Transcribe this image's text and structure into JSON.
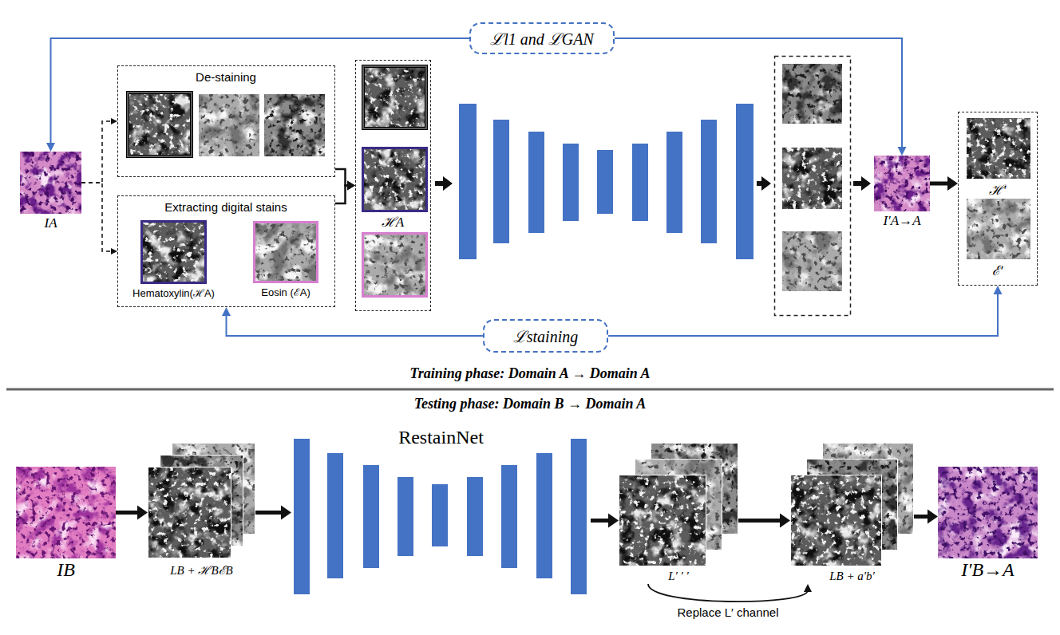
{
  "diagram": {
    "nodes": [
      {
        "text": [
          "ℒl1 and ℒGAN"
        ]
      },
      {
        "text": [
          "IA"
        ]
      },
      {
        "text": [
          "De-staining"
        ]
      },
      {
        "text": [
          "Extracting digital stains"
        ]
      },
      {
        "text": [
          "Hematoxylin(ℋA)"
        ],
        "in": 3
      },
      {
        "text": [
          "Eosin (ℰA)"
        ],
        "in": 3
      },
      {
        "text": [
          "ℋA"
        ]
      },
      {
        "text": [
          "I′A→A"
        ]
      },
      {
        "text": [
          "ℋ′",
          "ℰ′"
        ]
      },
      {
        "text": [
          "ℒstaining"
        ]
      },
      {
        "text": [
          "IB"
        ]
      },
      {
        "text": [
          "LB + ℋBℰB"
        ]
      },
      {
        "text": [
          "RestainNet"
        ]
      },
      {
        "text": [
          "L′ ′ ′"
        ]
      },
      {
        "text": [
          "LB + a′b′"
        ]
      },
      {
        "text": [
          "I′B→A"
        ]
      }
    ],
    "edges": [
      {
        "from": 0,
        "to": 1,
        "arrow": "to"
      },
      {
        "from": 0,
        "to": 7,
        "arrow": "to"
      },
      {
        "from": 1,
        "to": 2,
        "arrow": "to"
      },
      {
        "from": 1,
        "to": 3,
        "arrow": "to"
      },
      {
        "from": 2,
        "to": 6,
        "arrow": "to"
      },
      {
        "from": 3,
        "to": 6,
        "arrow": "to"
      },
      {
        "from": 7,
        "to": 8,
        "arrow": "to"
      },
      {
        "from": 9,
        "to": 3,
        "arrow": "to"
      },
      {
        "from": 9,
        "to": 8,
        "arrow": "to"
      },
      {
        "from": 10,
        "to": 11,
        "arrow": "to"
      },
      {
        "from": 11,
        "to": 12,
        "arrow": "to"
      },
      {
        "from": 12,
        "to": 13,
        "arrow": "to"
      },
      {
        "from": 13,
        "to": 14,
        "arrow": "to"
      },
      {
        "from": 13,
        "to": 14,
        "label": "Replace L′ channel",
        "arrow": "to"
      },
      {
        "from": 14,
        "to": 15,
        "arrow": "to"
      }
    ],
    "labels": [
      "Training phase: Domain A → Domain A",
      "Testing phase: Domain B → Domain A"
    ]
  }
}
